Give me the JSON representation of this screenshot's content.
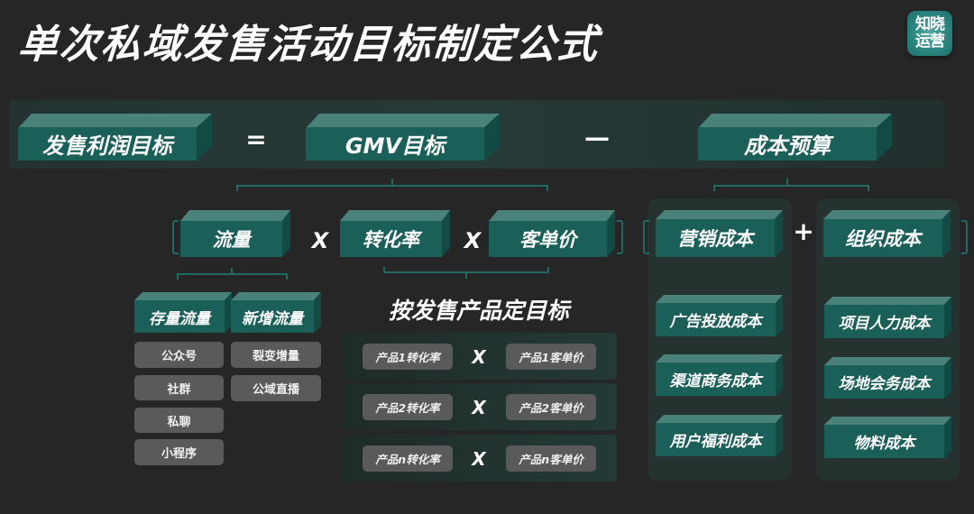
{
  "title": "单次私域发售活动目标制定公式",
  "logo": {
    "line1": "知晓",
    "line2": "运营",
    "icon": "brand-logo-icon"
  },
  "colors": {
    "background": "#262626",
    "box_front": "#1a5f58",
    "box_top": "#4a8179",
    "box_side": "#124a44",
    "bracket": "#1f6a63",
    "gray_pill": "#5a5a5a",
    "panel": "#253532"
  },
  "formula_top": {
    "left": "发售利润目标",
    "equals": "=",
    "gmv": "GMV目标",
    "minus": "—",
    "cost": "成本预算"
  },
  "gmv_breakdown": {
    "traffic": "流量",
    "times1": "X",
    "conversion": "转化率",
    "times2": "X",
    "aov": "客单价"
  },
  "cost_breakdown": {
    "marketing": "营销成本",
    "plus": "+",
    "organization": "组织成本"
  },
  "traffic": {
    "existing": {
      "label": "存量流量",
      "items": [
        "公众号",
        "社群",
        "私聊",
        "小程序"
      ]
    },
    "new": {
      "label": "新增流量",
      "items": [
        "裂变增量",
        "公域直播"
      ]
    }
  },
  "products": {
    "heading": "按发售产品定目标",
    "rows": [
      {
        "conversion": "产品1转化率",
        "times": "X",
        "aov": "产品1客单价"
      },
      {
        "conversion": "产品2转化率",
        "times": "X",
        "aov": "产品2客单价"
      },
      {
        "conversion": "产品n转化率",
        "times": "X",
        "aov": "产品n客单价"
      }
    ]
  },
  "marketing_costs": [
    "广告投放成本",
    "渠道商务成本",
    "用户福利成本"
  ],
  "organization_costs": [
    "项目人力成本",
    "场地会务成本",
    "物料成本"
  ]
}
